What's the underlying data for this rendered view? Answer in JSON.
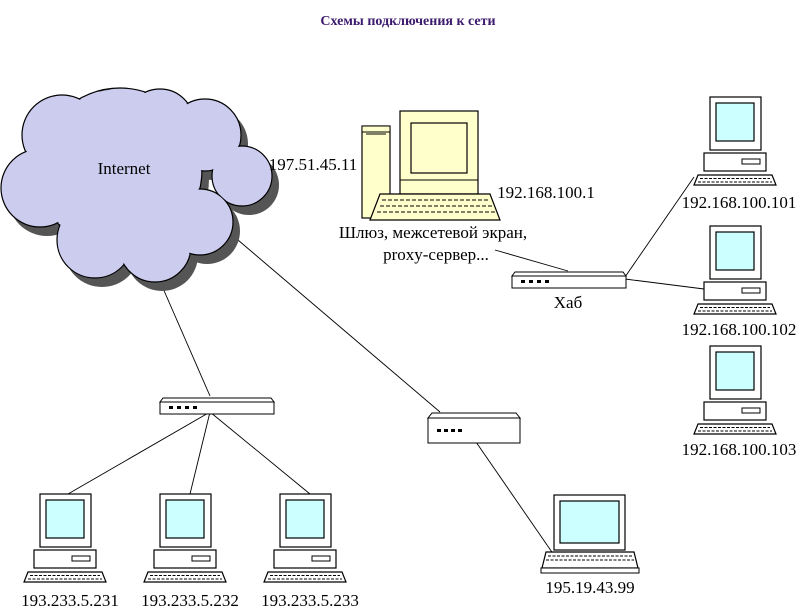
{
  "title": "Схемы подключения к сети",
  "cloud_label": "Internet",
  "gateway": {
    "ip_external": "197.51.45.11",
    "ip_internal": "192.168.100.1",
    "caption_line1": "Шлюз, межсетевой экран,",
    "caption_line2": "proxy-сервер..."
  },
  "hub_label": "Хаб",
  "lan_hosts": [
    "192.168.100.101",
    "192.168.100.102",
    "192.168.100.103"
  ],
  "bottom_hosts": [
    "193.233.5.231",
    "193.233.5.232",
    "193.233.5.233"
  ],
  "laptop_ip": "195.19.43.99",
  "colors": {
    "cloud_fill": "#ccccee",
    "cloud_shadow": "#555555",
    "screen": "#ccffff",
    "workstation_body": "#ffffcc",
    "title": "#3c1a6e"
  }
}
